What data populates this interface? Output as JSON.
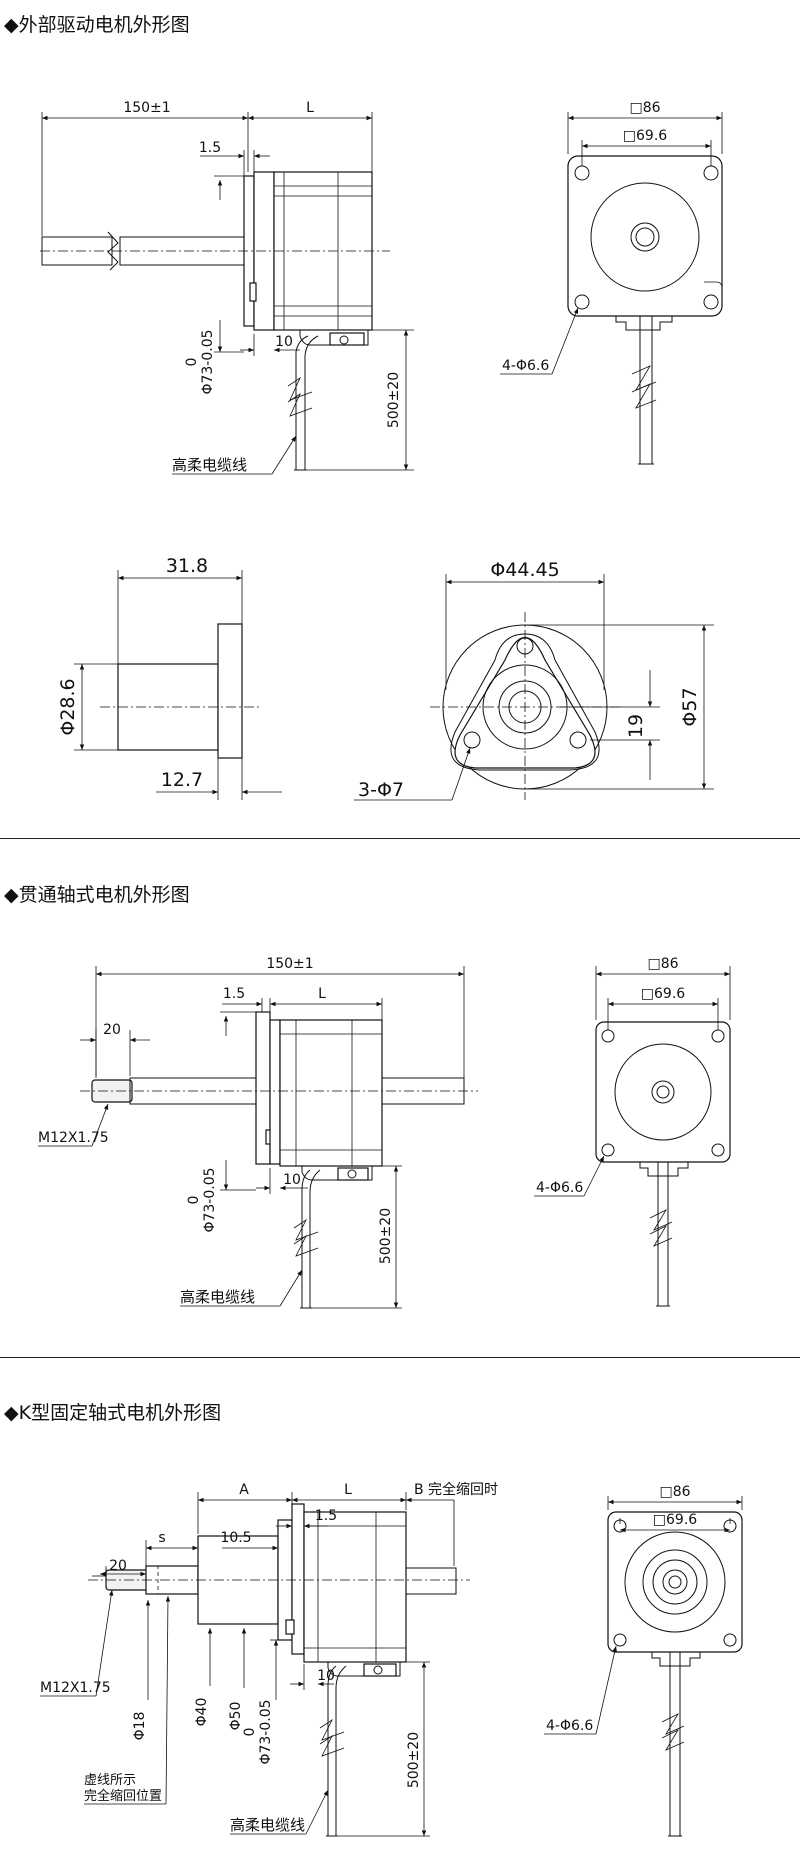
{
  "sections": [
    {
      "title": "◆外部驱动电机外形图"
    },
    {
      "title": "◆贯通轴式电机外形图"
    },
    {
      "title": "◆K型固定轴式电机外形图"
    }
  ],
  "labels": {
    "s1_len": "150±1",
    "s1_L": "L",
    "s1_1_5": "1.5",
    "s1_10": "10",
    "s1_dia0": "0",
    "s1_dia": "Φ73-0.05",
    "s1_500": "500±20",
    "s1_cable": "高柔电缆线",
    "s1_sq86": "□86",
    "s1_sq69": "□69.6",
    "s1_hole": "4-Φ6.6",
    "nut_31_8": "31.8",
    "nut_28_6": "Φ28.6",
    "nut_12_7": "12.7",
    "nut_44_45": "Φ44.45",
    "nut_19": "19",
    "nut_57": "Φ57",
    "nut_3holes": "3-Φ7",
    "s2_len": "150±1",
    "s2_1_5": "1.5",
    "s2_L": "L",
    "s2_20": "20",
    "s2_thread": "M12X1.75",
    "s2_dia0": "0",
    "s2_dia": "Φ73-0.05",
    "s2_10": "10",
    "s2_500": "500±20",
    "s2_cable": "高柔电缆线",
    "s2_sq86": "□86",
    "s2_sq69": "□69.6",
    "s2_hole": "4-Φ6.6",
    "s3_A": "A",
    "s3_L": "L",
    "s3_B": "B 完全缩回时",
    "s3_10_5": "10.5",
    "s3_1_5": "1.5",
    "s3_s": "s",
    "s3_20": "20",
    "s3_thread": "M12X1.75",
    "s3_d18": "Φ18",
    "s3_d40": "Φ40",
    "s3_d50": "Φ50",
    "s3_dia0": "0",
    "s3_dia": "Φ73-0.05",
    "s3_10": "10",
    "s3_500": "500±20",
    "s3_note1": "虚线所示",
    "s3_note2": "完全缩回位置",
    "s3_cable": "高柔电缆线",
    "s3_sq86": "□86",
    "s3_sq69": "□69.6",
    "s3_hole": "4-Φ6.6"
  }
}
